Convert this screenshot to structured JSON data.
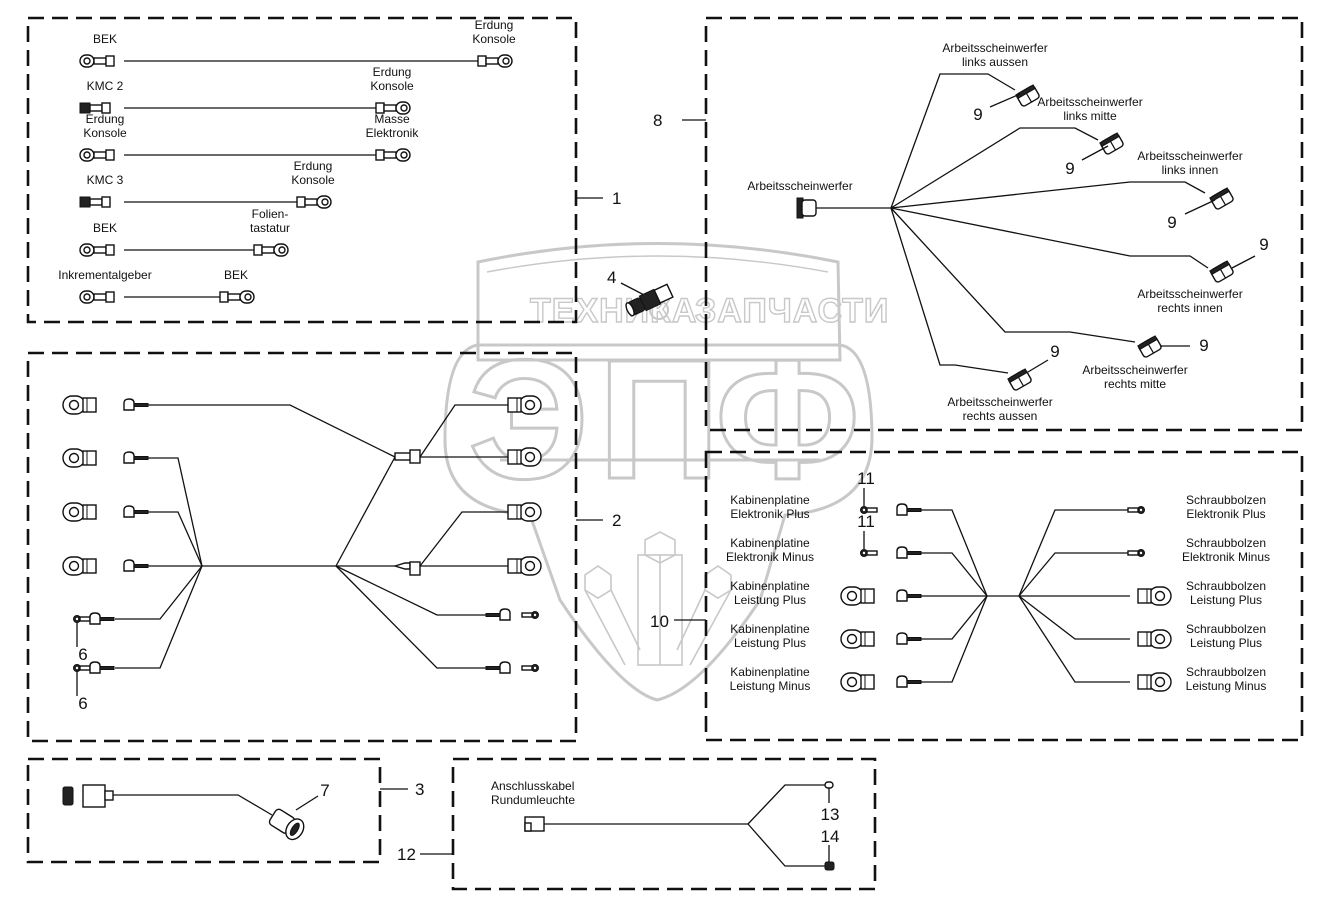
{
  "watermark": {
    "top_left": "ТЕХНИКА",
    "top_right": "ЗАПЧАСТИ",
    "big_letters": [
      "Э",
      "П",
      "Ф"
    ],
    "color": "#c8c8c8"
  },
  "colors": {
    "line": "#111111",
    "background": "#ffffff"
  },
  "groups": [
    {
      "callout": "1",
      "name": "ground-cables",
      "cables": [
        {
          "left_label": "BEK",
          "right_label": [
            "Erdung",
            "Konsole"
          ],
          "left_type": "ring"
        },
        {
          "left_label": "KMC 2",
          "right_label": [
            "Erdung",
            "Konsole"
          ],
          "left_type": "fork"
        },
        {
          "left_label": [
            "Erdung",
            "Konsole"
          ],
          "right_label": [
            "Masse",
            "Elektronik"
          ],
          "left_type": "ring"
        },
        {
          "left_label": "KMC 3",
          "right_label": [
            "Erdung",
            "Konsole"
          ],
          "left_type": "fork"
        },
        {
          "left_label": "BEK",
          "right_label": [
            "Folien-",
            "tastatur"
          ],
          "left_type": "ring"
        },
        {
          "left_label": "Inkrementalgeber",
          "right_label": "BEK",
          "left_type": "ring"
        }
      ]
    },
    {
      "callout": "2",
      "name": "main-power-harness",
      "sub_callouts": [
        "6",
        "6"
      ]
    },
    {
      "callout": "3",
      "name": "connector-cable",
      "sub_callouts": [
        "7"
      ]
    },
    {
      "callout": "4",
      "name": "single-connector"
    },
    {
      "callout": "8",
      "name": "work-light-harness",
      "source_label": "Arbeitsscheinwerfer",
      "branches": [
        {
          "label": [
            "Arbeitsscheinwerfer",
            "links aussen"
          ],
          "callout": "9"
        },
        {
          "label": [
            "Arbeitsscheinwerfer",
            "links mitte"
          ],
          "callout": "9"
        },
        {
          "label": [
            "Arbeitsscheinwerfer",
            "links innen"
          ],
          "callout": "9"
        },
        {
          "label": [
            "Arbeitsscheinwerfer",
            "rechts innen"
          ],
          "callout": "9"
        },
        {
          "label": [
            "Arbeitsscheinwerfer",
            "rechts mitte"
          ],
          "callout": "9"
        },
        {
          "label": [
            "Arbeitsscheinwerfer",
            "rechts aussen"
          ],
          "callout": "9"
        }
      ]
    },
    {
      "callout": "10",
      "name": "cabin-board-harness",
      "sub_callouts": [
        "11",
        "11"
      ],
      "left_labels": [
        [
          "Kabinenplatine",
          "Elektronik Plus"
        ],
        [
          "Kabinenplatine",
          "Elektronik Minus"
        ],
        [
          "Kabinenplatine",
          "Leistung Plus"
        ],
        [
          "Kabinenplatine",
          "Leistung Plus"
        ],
        [
          "Kabinenplatine",
          "Leistung Minus"
        ]
      ],
      "right_labels": [
        [
          "Schraubbolzen",
          "Elektronik Plus"
        ],
        [
          "Schraubbolzen",
          "Elektronik Minus"
        ],
        [
          "Schraubbolzen",
          "Leistung Plus"
        ],
        [
          "Schraubbolzen",
          "Leistung Plus"
        ],
        [
          "Schraubbolzen",
          "Leistung Minus"
        ]
      ]
    },
    {
      "callout": "12",
      "name": "beacon-cable",
      "source_label": [
        "Anschlusskabel",
        "Rundumleuchte"
      ],
      "sub_callouts": [
        "13",
        "14"
      ]
    }
  ]
}
